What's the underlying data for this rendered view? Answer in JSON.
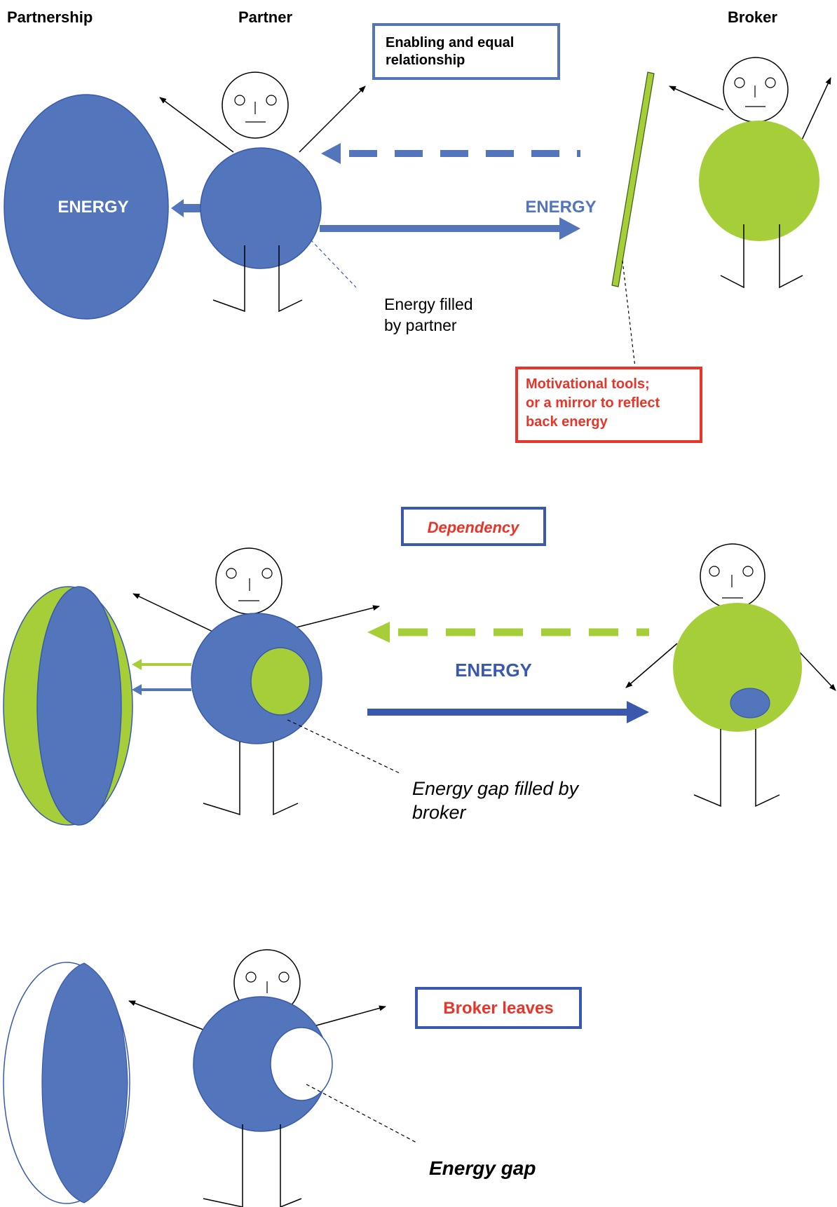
{
  "headers": {
    "partnership": "Partnership",
    "partner": "Partner",
    "broker": "Broker"
  },
  "panel1": {
    "energy_ellipse_label": "ENERGY",
    "energy_arrow_label": "ENERGY",
    "enabling_box": [
      "Enabling and equal",
      "relationship"
    ],
    "filled_note": [
      "Energy filled",
      "by partner"
    ],
    "mirror_box": [
      "Motivational tools;",
      "or a mirror to reflect",
      "back energy"
    ]
  },
  "panel2": {
    "title_box": "Dependency",
    "energy_arrow_label": "ENERGY",
    "gap_note": [
      "Energy gap filled by",
      "broker"
    ]
  },
  "panel3": {
    "title_box": "Broker leaves",
    "gap_note": "Energy gap"
  },
  "colors": {
    "partner_blue": "#5275BB",
    "dark_blue": "#3A59AE",
    "broker_green": "#A6CE39",
    "alert_red": "#E8352A"
  }
}
